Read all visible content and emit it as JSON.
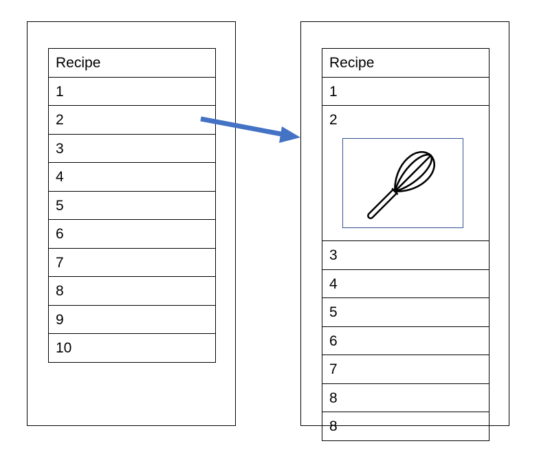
{
  "colors": {
    "arrow": "#4472c4",
    "preview_border": "#2f4f8f"
  },
  "left_panel": {
    "header": "Recipe",
    "items": [
      "1",
      "2",
      "3",
      "4",
      "5",
      "6",
      "7",
      "8",
      "9",
      "10"
    ]
  },
  "right_panel": {
    "header": "Recipe",
    "items_before": [
      "1"
    ],
    "expanded_item": {
      "label": "2",
      "icon": "whisk-icon"
    },
    "items_after": [
      "3",
      "4",
      "5",
      "6",
      "7",
      "8",
      "8"
    ]
  }
}
